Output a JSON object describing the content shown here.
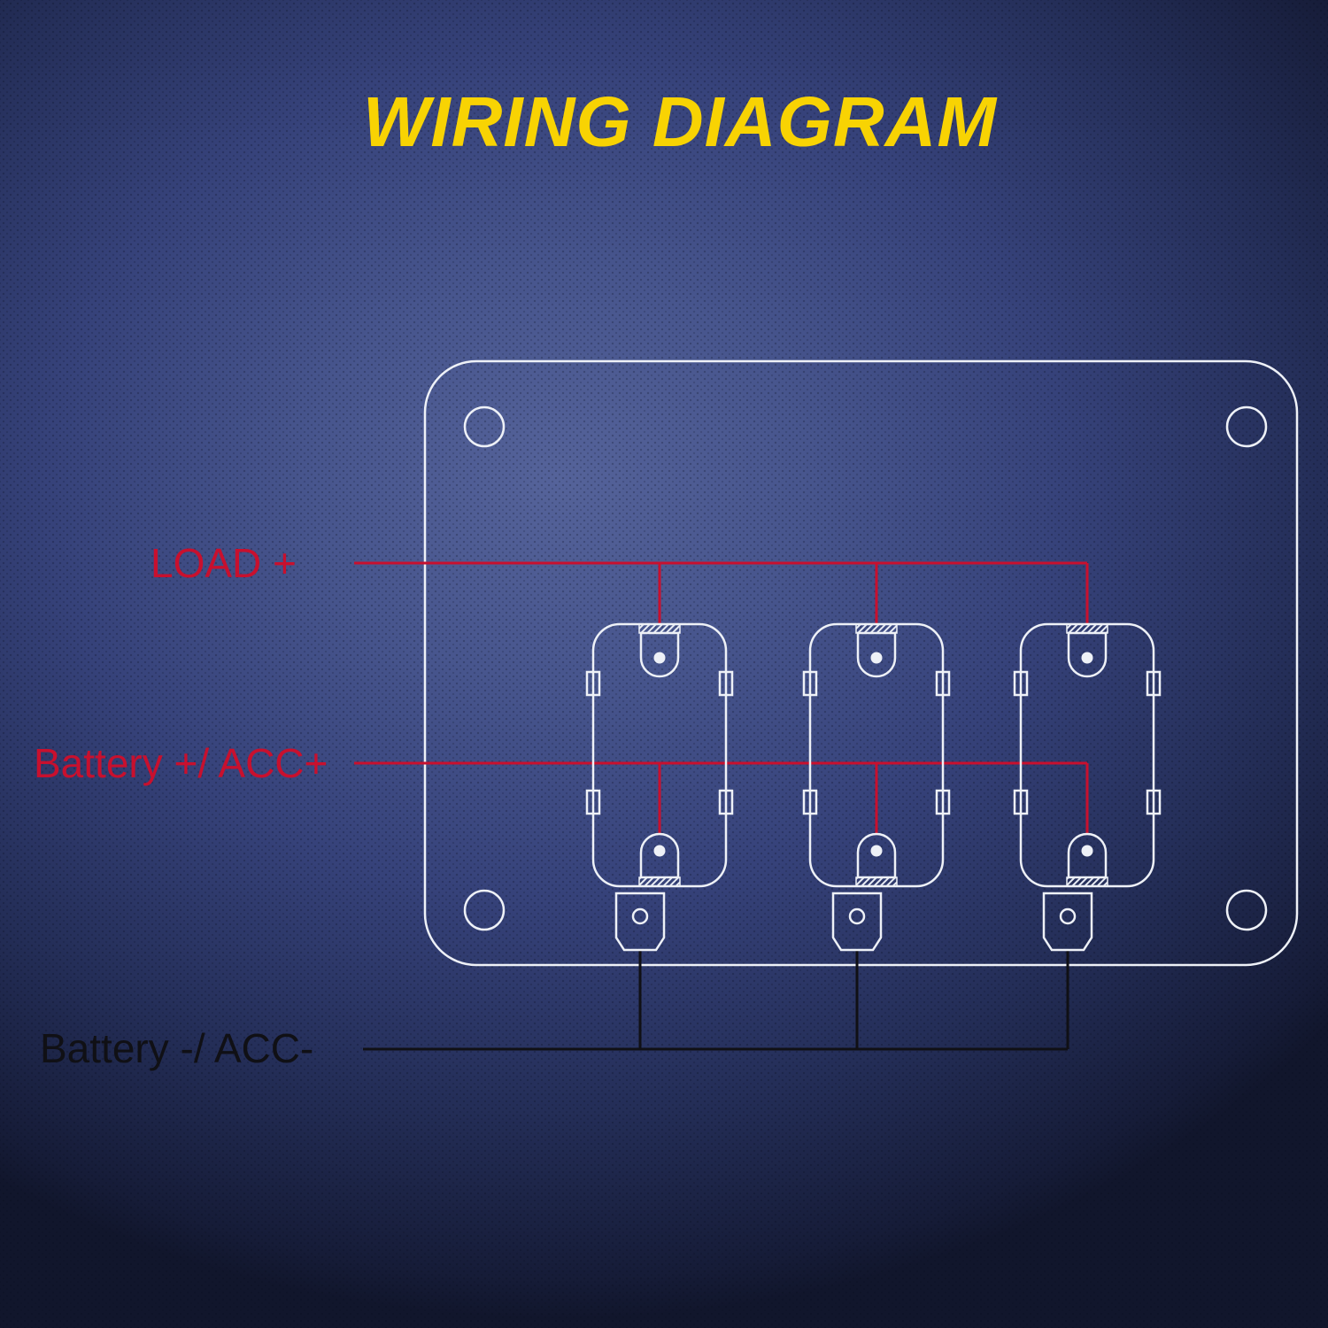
{
  "title": "WIRING DIAGRAM",
  "diagram": {
    "labels": {
      "load_positive": "LOAD +",
      "battery_positive": "Battery +/ ACC+",
      "battery_negative": "Battery -/ ACC-"
    },
    "switch_count": 3,
    "screw_hole_count": 4
  },
  "colors": {
    "title_yellow": "#f8d303",
    "wire_positive_red": "#c8102e",
    "wire_negative_black": "#101015",
    "panel_line_white": "#eef1f7",
    "background_blue": "#36427a"
  }
}
